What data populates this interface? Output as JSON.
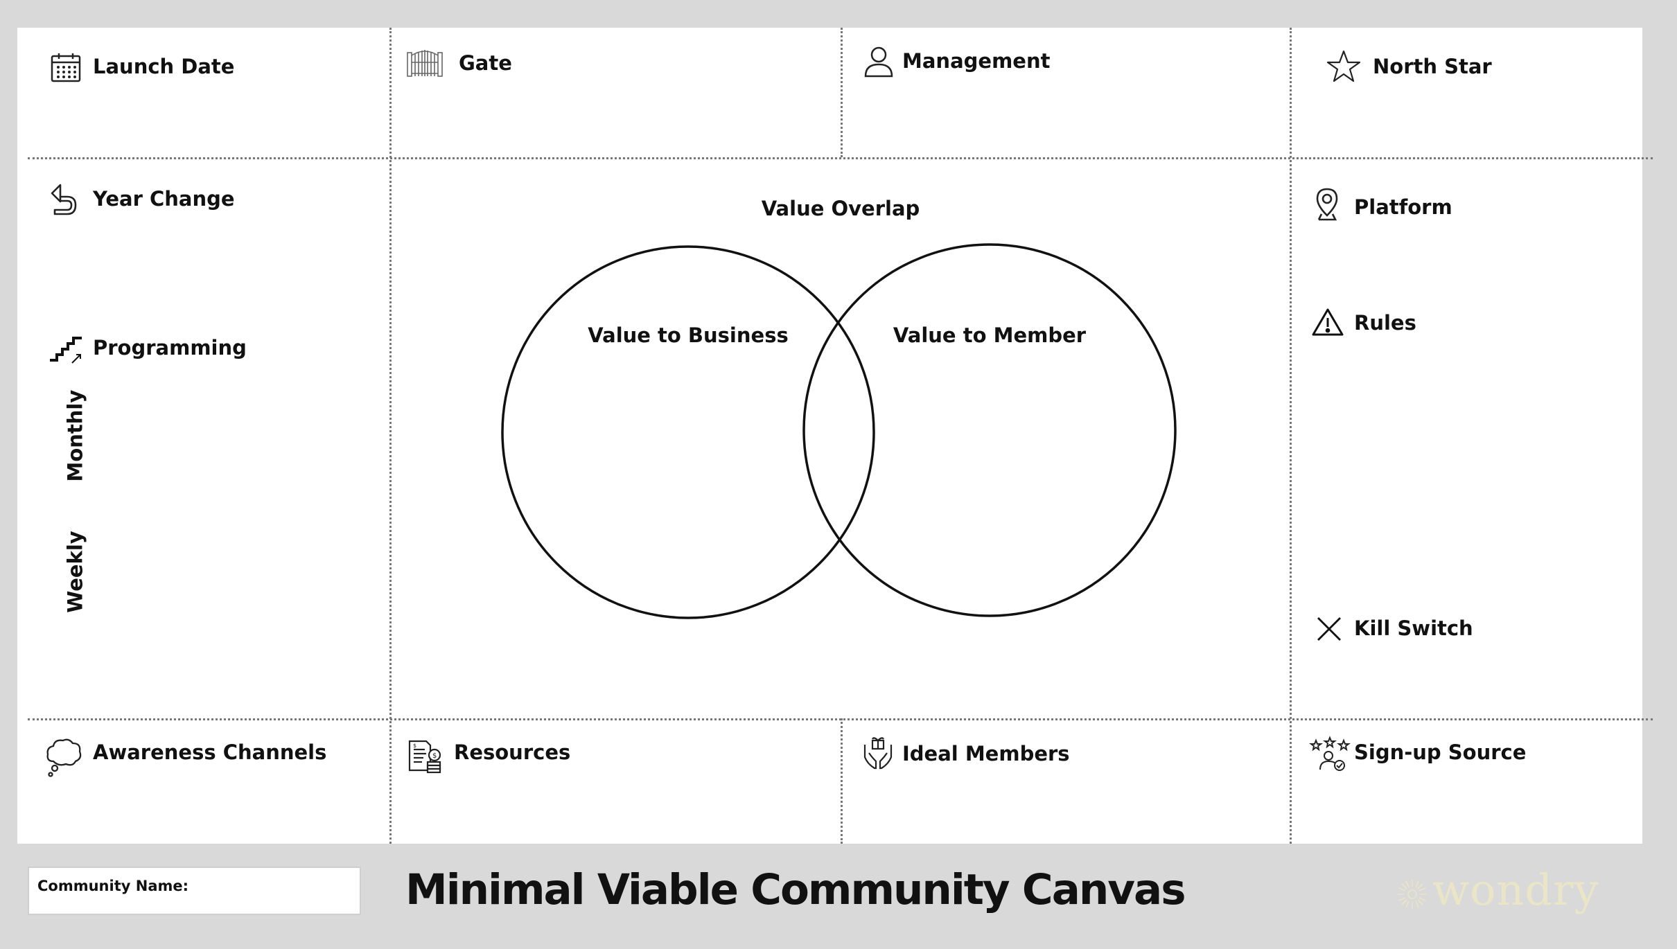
{
  "canvas": {
    "title": "Minimal Viable Community Canvas",
    "community_name_label": "Community Name:",
    "logo_text": "wondry"
  },
  "cells": {
    "launch_date": {
      "label": "Launch Date",
      "icon": "calendar-icon"
    },
    "gate": {
      "label": "Gate",
      "icon": "gate-icon"
    },
    "management": {
      "label": "Management",
      "icon": "person-icon"
    },
    "north_star": {
      "label": "North Star",
      "icon": "star-icon"
    },
    "year_change": {
      "label": "Year Change",
      "icon": "undo-arrow-icon"
    },
    "programming": {
      "label": "Programming",
      "icon": "stairs-icon"
    },
    "monthly": {
      "label": "Monthly"
    },
    "weekly": {
      "label": "Weekly"
    },
    "value_overlap": {
      "label": "Value Overlap"
    },
    "value_to_business": {
      "label": "Value to Business"
    },
    "value_to_member": {
      "label": "Value to Member"
    },
    "platform": {
      "label": "Platform",
      "icon": "location-pin-icon"
    },
    "rules": {
      "label": "Rules",
      "icon": "warning-triangle-icon"
    },
    "kill_switch": {
      "label": "Kill Switch",
      "icon": "x-icon"
    },
    "awareness_channels": {
      "label": "Awareness Channels",
      "icon": "thought-bubble-icon"
    },
    "resources": {
      "label": "Resources",
      "icon": "document-coins-icon"
    },
    "ideal_members": {
      "label": "Ideal Members",
      "icon": "hands-gift-icon"
    },
    "signup_source": {
      "label": "Sign-up Source",
      "icon": "user-stars-icon"
    }
  },
  "colors": {
    "background": "#d9d9d9",
    "canvas": "#ffffff",
    "grid_lines": "#777777",
    "logo": "#eae5c7"
  }
}
